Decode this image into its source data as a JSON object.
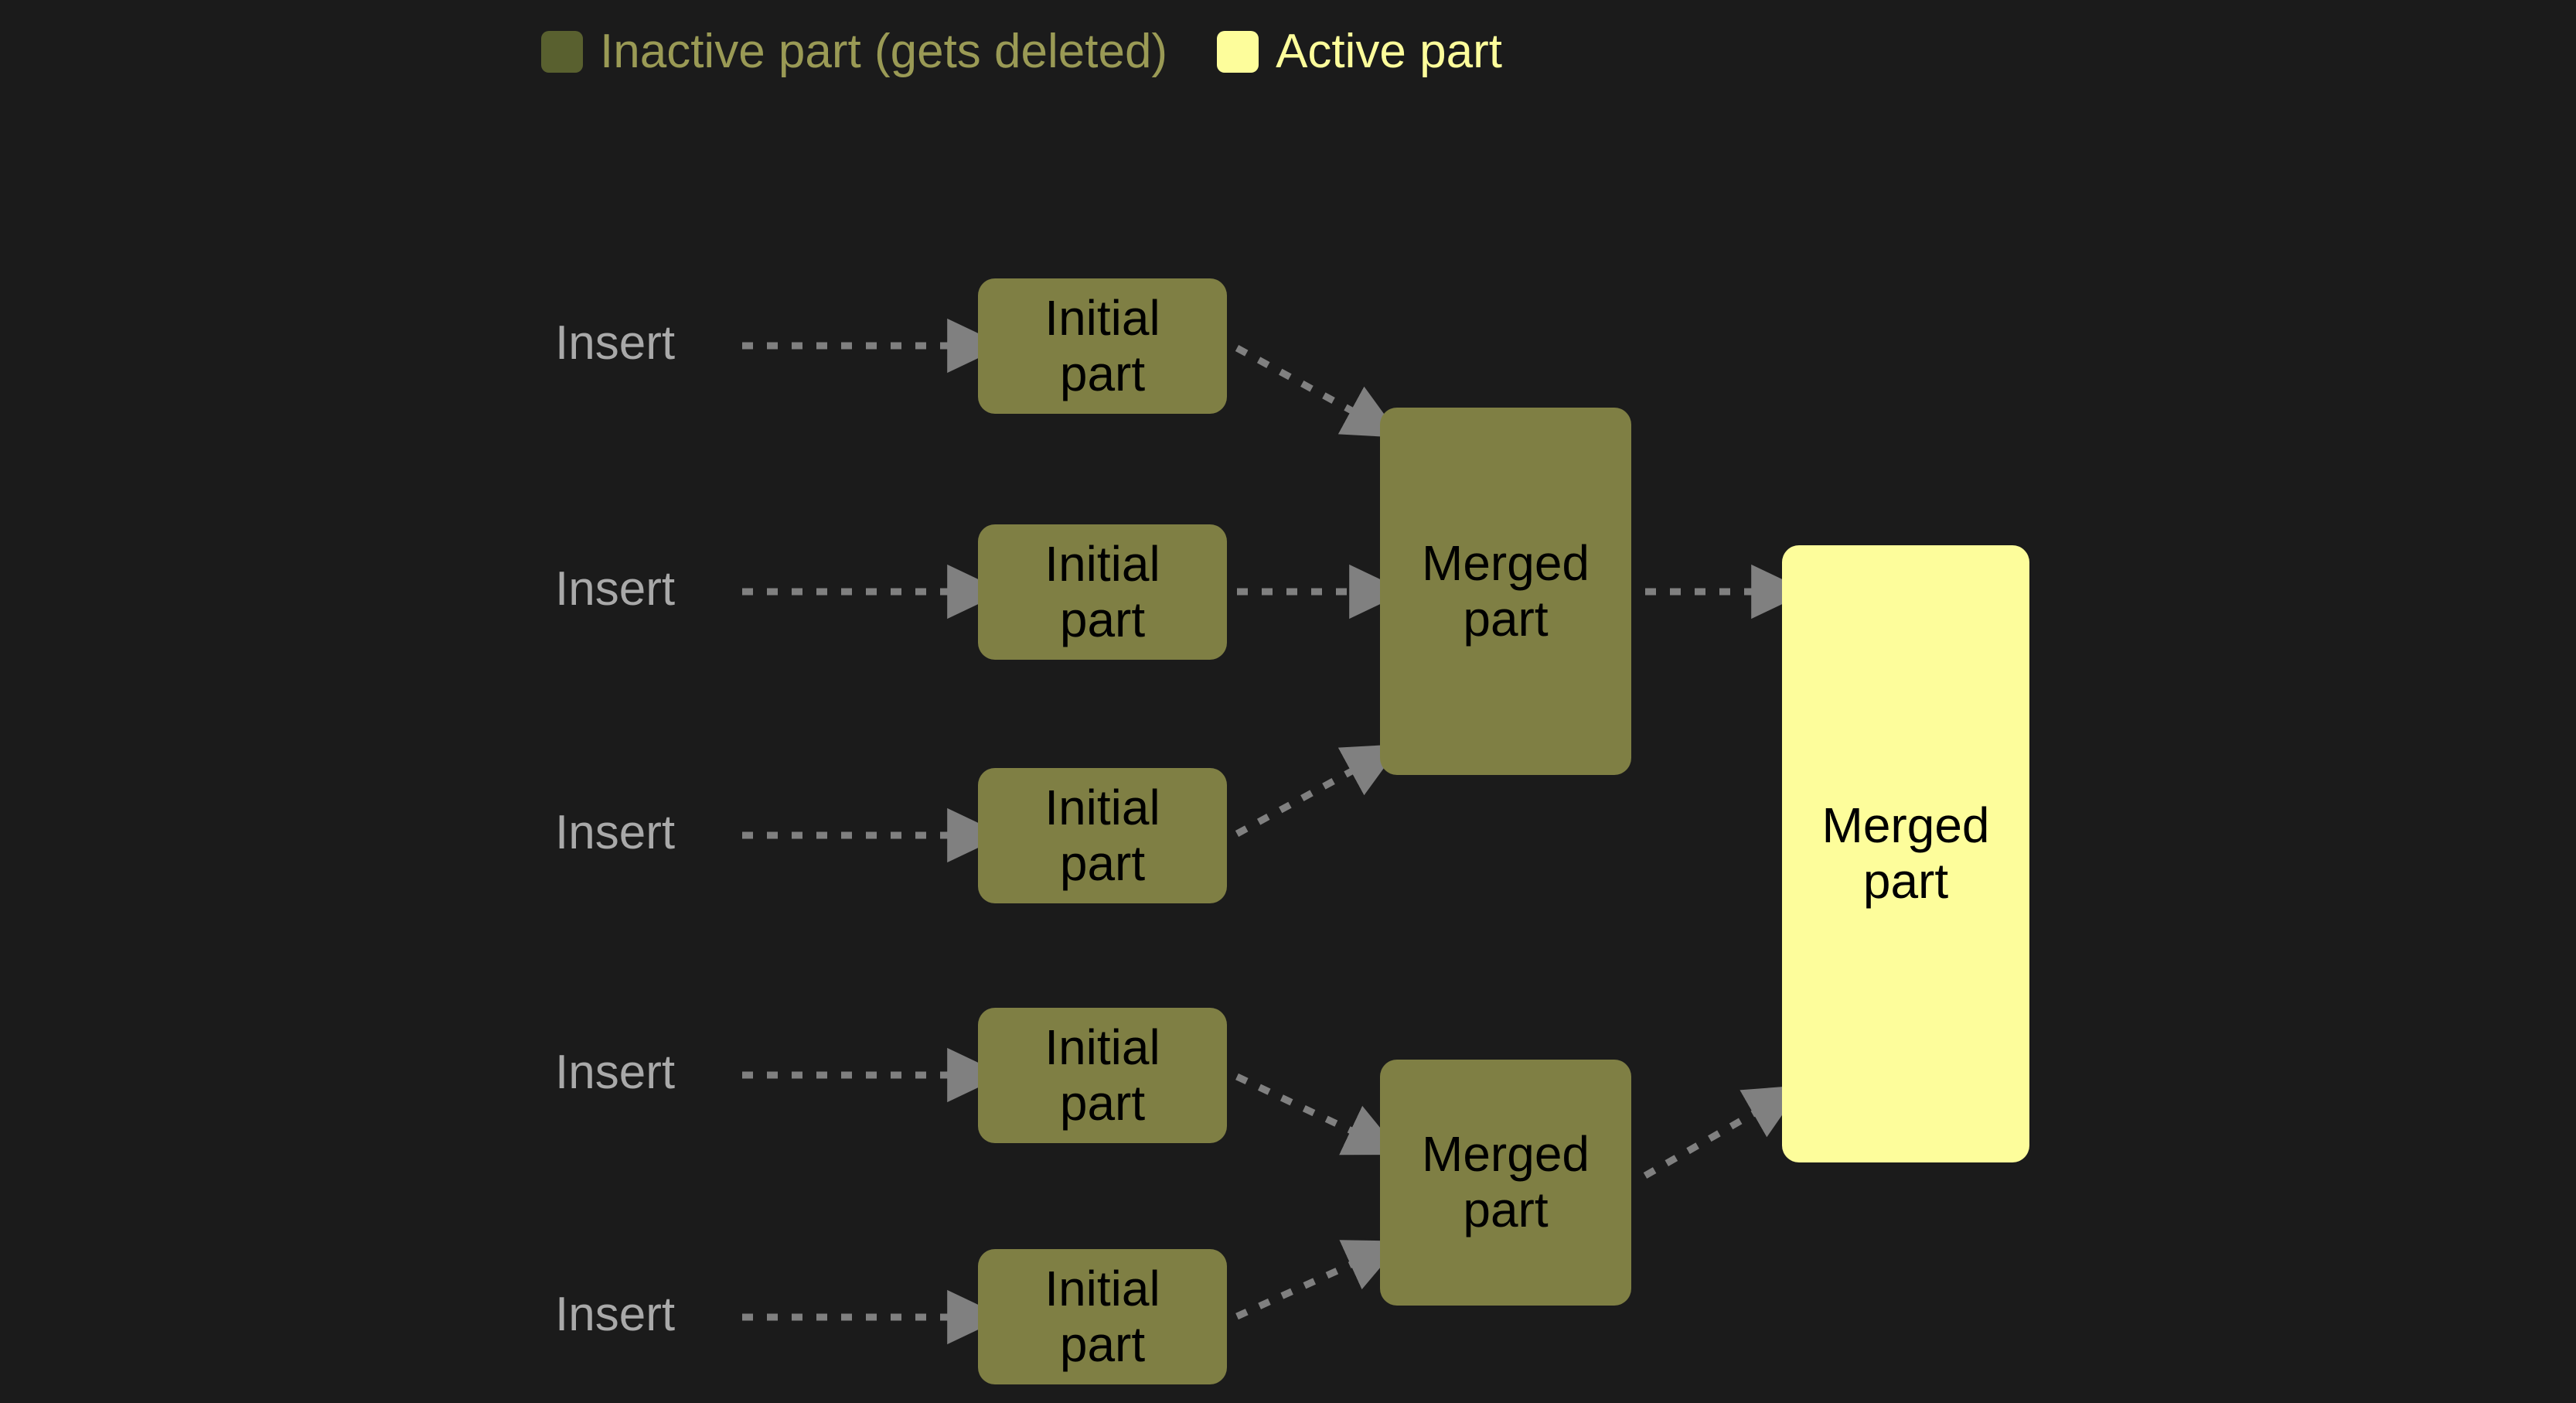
{
  "background_color": "#1b1b1b",
  "colors": {
    "inactive_fill": "#7f7f44",
    "inactive_legend_swatch": "#59602f",
    "inactive_legend_text": "#9a9a55",
    "active_fill": "#fdfd9b",
    "active_legend_text": "#fdfd9b",
    "arrow": "#808080",
    "insert_text": "#a9a9a9",
    "node_text": "#000000"
  },
  "legend": {
    "items": [
      {
        "swatch": "inactive-swatch",
        "label": "Inactive part (gets deleted)"
      },
      {
        "swatch": "active-swatch",
        "label": "Active part"
      }
    ]
  },
  "diagram": {
    "insert_labels": [
      {
        "text": "Insert"
      },
      {
        "text": "Insert"
      },
      {
        "text": "Insert"
      },
      {
        "text": "Insert"
      },
      {
        "text": "Insert"
      }
    ],
    "initial_parts": [
      {
        "line1": "Initial",
        "line2": "part"
      },
      {
        "line1": "Initial",
        "line2": "part"
      },
      {
        "line1": "Initial",
        "line2": "part"
      },
      {
        "line1": "Initial",
        "line2": "part"
      },
      {
        "line1": "Initial",
        "line2": "part"
      }
    ],
    "merged_parts": [
      {
        "line1": "Merged",
        "line2": "part",
        "state": "inactive"
      },
      {
        "line1": "Merged",
        "line2": "part",
        "state": "inactive"
      }
    ],
    "final_part": {
      "line1": "Merged",
      "line2": "part",
      "state": "active"
    }
  }
}
